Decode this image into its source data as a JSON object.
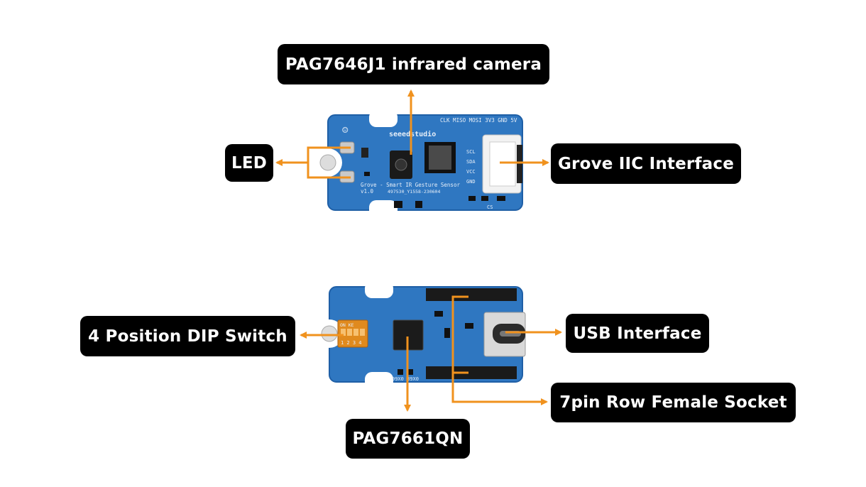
{
  "labels": {
    "camera": "PAG7646J1 infrared camera",
    "led": "LED",
    "grove": "Grove IIC Interface",
    "dip": "4 Position DIP Switch",
    "usb": "USB Interface",
    "socket": "7pin Row Female Socket",
    "chip": "PAG7661QN"
  },
  "top_board": {
    "brand": "seeedstudio",
    "title": "Grove - Smart IR Gesture Sensor",
    "version": "v1.0",
    "part": "497530_Y1558-230604",
    "pins_top": "CLK MISO MOSI 3V3 GND 5V",
    "pins_right": [
      "SCL",
      "SDA",
      "VCC",
      "GND"
    ],
    "cs": "CS"
  },
  "bottom_board": {
    "dip_marks": "ON  KE",
    "dip_numbers": "1 2 3 4",
    "bottom_text": "09X0 39X0"
  },
  "colors": {
    "arrow": "#f0921e",
    "pcb": "#2f77c1",
    "pcb_edge": "#1f5fa6",
    "label_bg": "#000000"
  }
}
